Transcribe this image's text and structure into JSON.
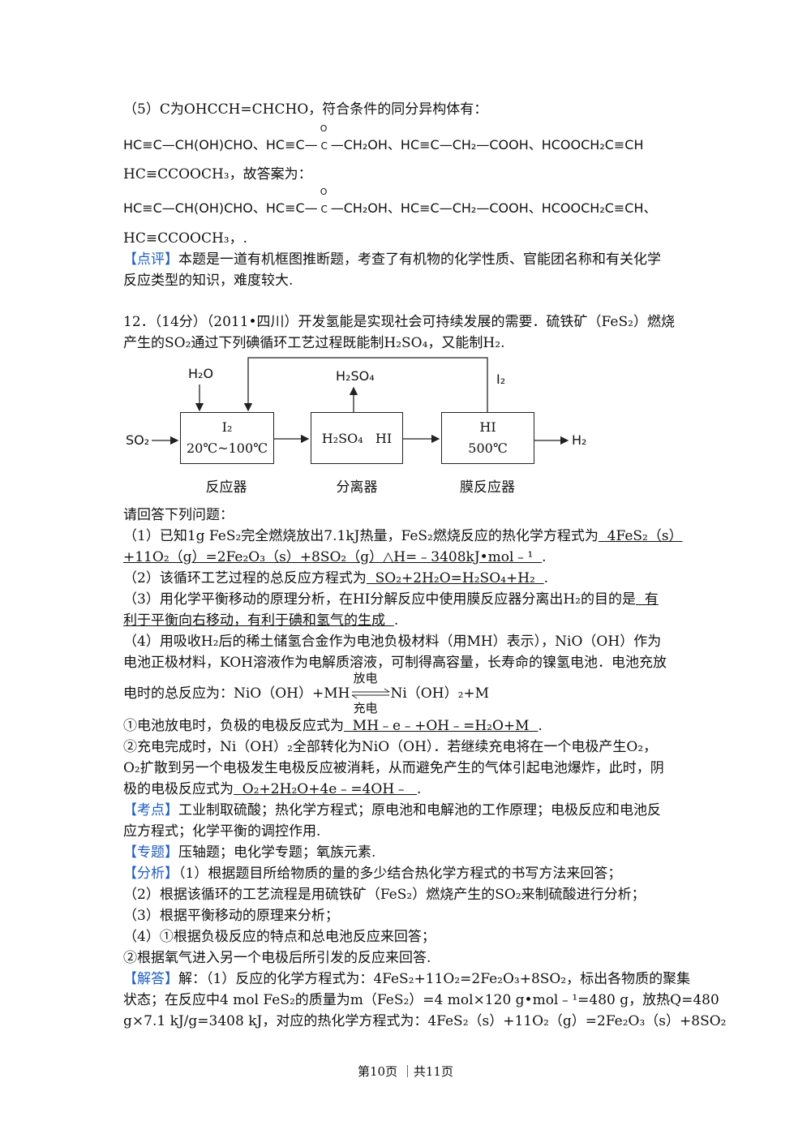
{
  "s5": {
    "intro": "（5）C为OHCCH=CHCHO，符合条件的同分异构体有：",
    "iso1_part1": "HC≡C—CH(OH)CHO、HC≡C—",
    "iso_o": "O",
    "iso_c": "C",
    "iso1_part2": "—CH₂OH、HC≡C—CH₂—COOH、HCOOCH₂C≡CH",
    "line3": "HC≡CCOOCH₃，故答案为：",
    "iso2_part1": "HC≡C—CH(OH)CHO、HC≡C—",
    "iso2_part2": "—CH₂OH、HC≡C—CH₂—COOH、HCOOCH₂C≡CH、",
    "line5": "HC≡CCOOCH₃，.",
    "review_tag": "【点评】",
    "review_text": "本题是一道有机框图推断题，考查了有机物的化学性质、官能团名称和有关化学",
    "review_text2": "反应类型的知识，难度较大."
  },
  "q12": {
    "line1": "12．（14分）（2011•四川）开发氢能是实现社会可持续发展的需要．硫铁矿（FeS₂）燃烧",
    "line2": "产生的SO₂通过下列碘循环工艺过程既能制H₂SO₄，又能制H₂."
  },
  "diagram": {
    "so2": "SO₂",
    "h2o": "H₂O",
    "h2so4_out": "H₂SO₄",
    "i2_return": "I₂",
    "h2_out": "H₂",
    "box1_l1": "I₂",
    "box1_l2": "20℃~100℃",
    "box2": "H₂SO₄   HI",
    "box3_l1": "HI",
    "box3_l2": "500℃",
    "label1": "反应器",
    "label2": "分离器",
    "label3": "膜反应器"
  },
  "questions": {
    "prompt": "请回答下列问题：",
    "q1_a": "（1）已知1g FeS₂完全燃烧放出7.1kJ热量，FeS₂燃烧反应的热化学方程式为",
    "q1_ans_a": "  4FeS₂（s）",
    "q1_ans_b": "+11O₂（g）=2Fe₂O₃（s）+8SO₂（g）△H=﹣3408kJ•mol﹣¹  ",
    "q1_end": ".",
    "q2_a": "（2）该循环工艺过程的总反应方程式为",
    "q2_ans": "  SO₂+2H₂O=H₂SO₄+H₂  ",
    "q2_end": ".",
    "q3_a": "（3）用化学平衡移动的原理分析，在HI分解反应中使用膜反应器分离出H₂的目的是",
    "q3_ans_a": "  有",
    "q3_ans_b": "利于平衡向右移动，有利于碘和氢气的生成  ",
    "q3_end": ".",
    "q4_l1": "（4）用吸收H₂后的稀土储氢合金作为电池负极材料（用MH）表示），NiO（OH）作为",
    "q4_l2": "电池正极材料，KOH溶液作为电解质溶液，可制得高容量，长寿命的镍氢电池．电池充放",
    "q4_l3_a": "电时的总反应为：NiO（OH）+MH",
    "q4_discharge": "放电",
    "q4_charge": "充电",
    "q4_l3_b": "Ni（OH）₂+M",
    "q4_1_a": "①电池放电时，负极的电极反应式为",
    "q4_1_ans": "  MH﹣e﹣+OH﹣=H₂O+M  ",
    "q4_1_end": ".",
    "q4_2_l1": "②充电完成时，Ni（OH）₂全部转化为NiO（OH）．若继续充电将在一个电极产生O₂，",
    "q4_2_l2": "O₂扩散到另一个电极发生电极反应被消耗，从而避免产生的气体引起电池爆炸，此时，阴",
    "q4_2_l3_a": "极的电极反应式为",
    "q4_2_ans": "  O₂+2H₂O+4e﹣=4OH﹣  ",
    "q4_2_end": "."
  },
  "analysis": {
    "kd_tag": "【考点】",
    "kd_text": "工业制取硫酸；热化学方程式；原电池和电解池的工作原理；电极反应和电池反",
    "kd_text2": "应方程式；化学平衡的调控作用.",
    "zt_tag": "【专题】",
    "zt_text": "压轴题；电化学专题；氧族元素.",
    "fx_tag": "【分析】",
    "fx_text": "（1）根据题目所给物质的量的多少结合热化学方程式的书写方法来回答；",
    "fx_2": "（2）根据该循环的工艺流程是用硫铁矿（FeS₂）燃烧产生的SO₂来制硫酸进行分析；",
    "fx_3": "（3）根据平衡移动的原理来分析；",
    "fx_4": "（4）①根据负极反应的特点和总电池反应来回答；",
    "fx_5": "②根据氧气进入另一个电极后所引发的反应来回答.",
    "jd_tag": "【解答】",
    "jd_text": "解：（1）反应的化学方程式为：4FeS₂+11O₂=2Fe₂O₃+8SO₂，标出各物质的聚集",
    "jd_2": "状态；在反应中4 mol FeS₂的质量为m（FeS₂）=4 mol×120 g•mol﹣¹=480 g，放热Q=480",
    "jd_3": "g×7.1 kJ/g=3408 kJ，对应的热化学方程式为：4FeS₂（s）+11O₂（g）=2Fe₂O₃（s）+8SO₂"
  },
  "footer": {
    "page": "第10页 ｜共11页"
  }
}
